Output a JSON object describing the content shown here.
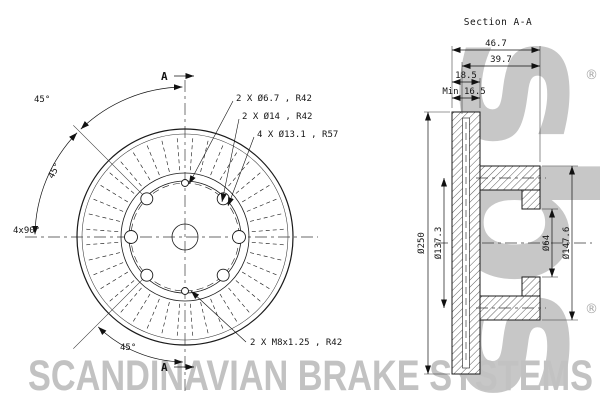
{
  "section_label": "Section A-A",
  "brand": {
    "logo": "sbs",
    "registered": "®",
    "banner": "SCANDINAVIAN BRAKE SYSTEMS",
    "watermark_color": "#c7c7c7"
  },
  "left_view": {
    "section_marker": "A",
    "angle_45": "45°",
    "pattern_angle": "4x90°",
    "callout_small_holes": "2 X Ø6.7 , R42",
    "callout_medium_holes": "2 X Ø14 , R42",
    "callout_large_holes": "4 X Ø13.1 , R57",
    "callout_thread": "2 X M8x1.25 , R42"
  },
  "section_view": {
    "dim_total_width": "46.7",
    "dim_hat_width": "39.7",
    "dim_disc_thickness": "18.5",
    "dim_min_thickness": "Min 16.5",
    "dim_outer_diameter": "Ø250",
    "dim_bolt_circle": "Ø137.3",
    "dim_bore": "Ø64",
    "dim_hub_diameter": "Ø147.6"
  }
}
